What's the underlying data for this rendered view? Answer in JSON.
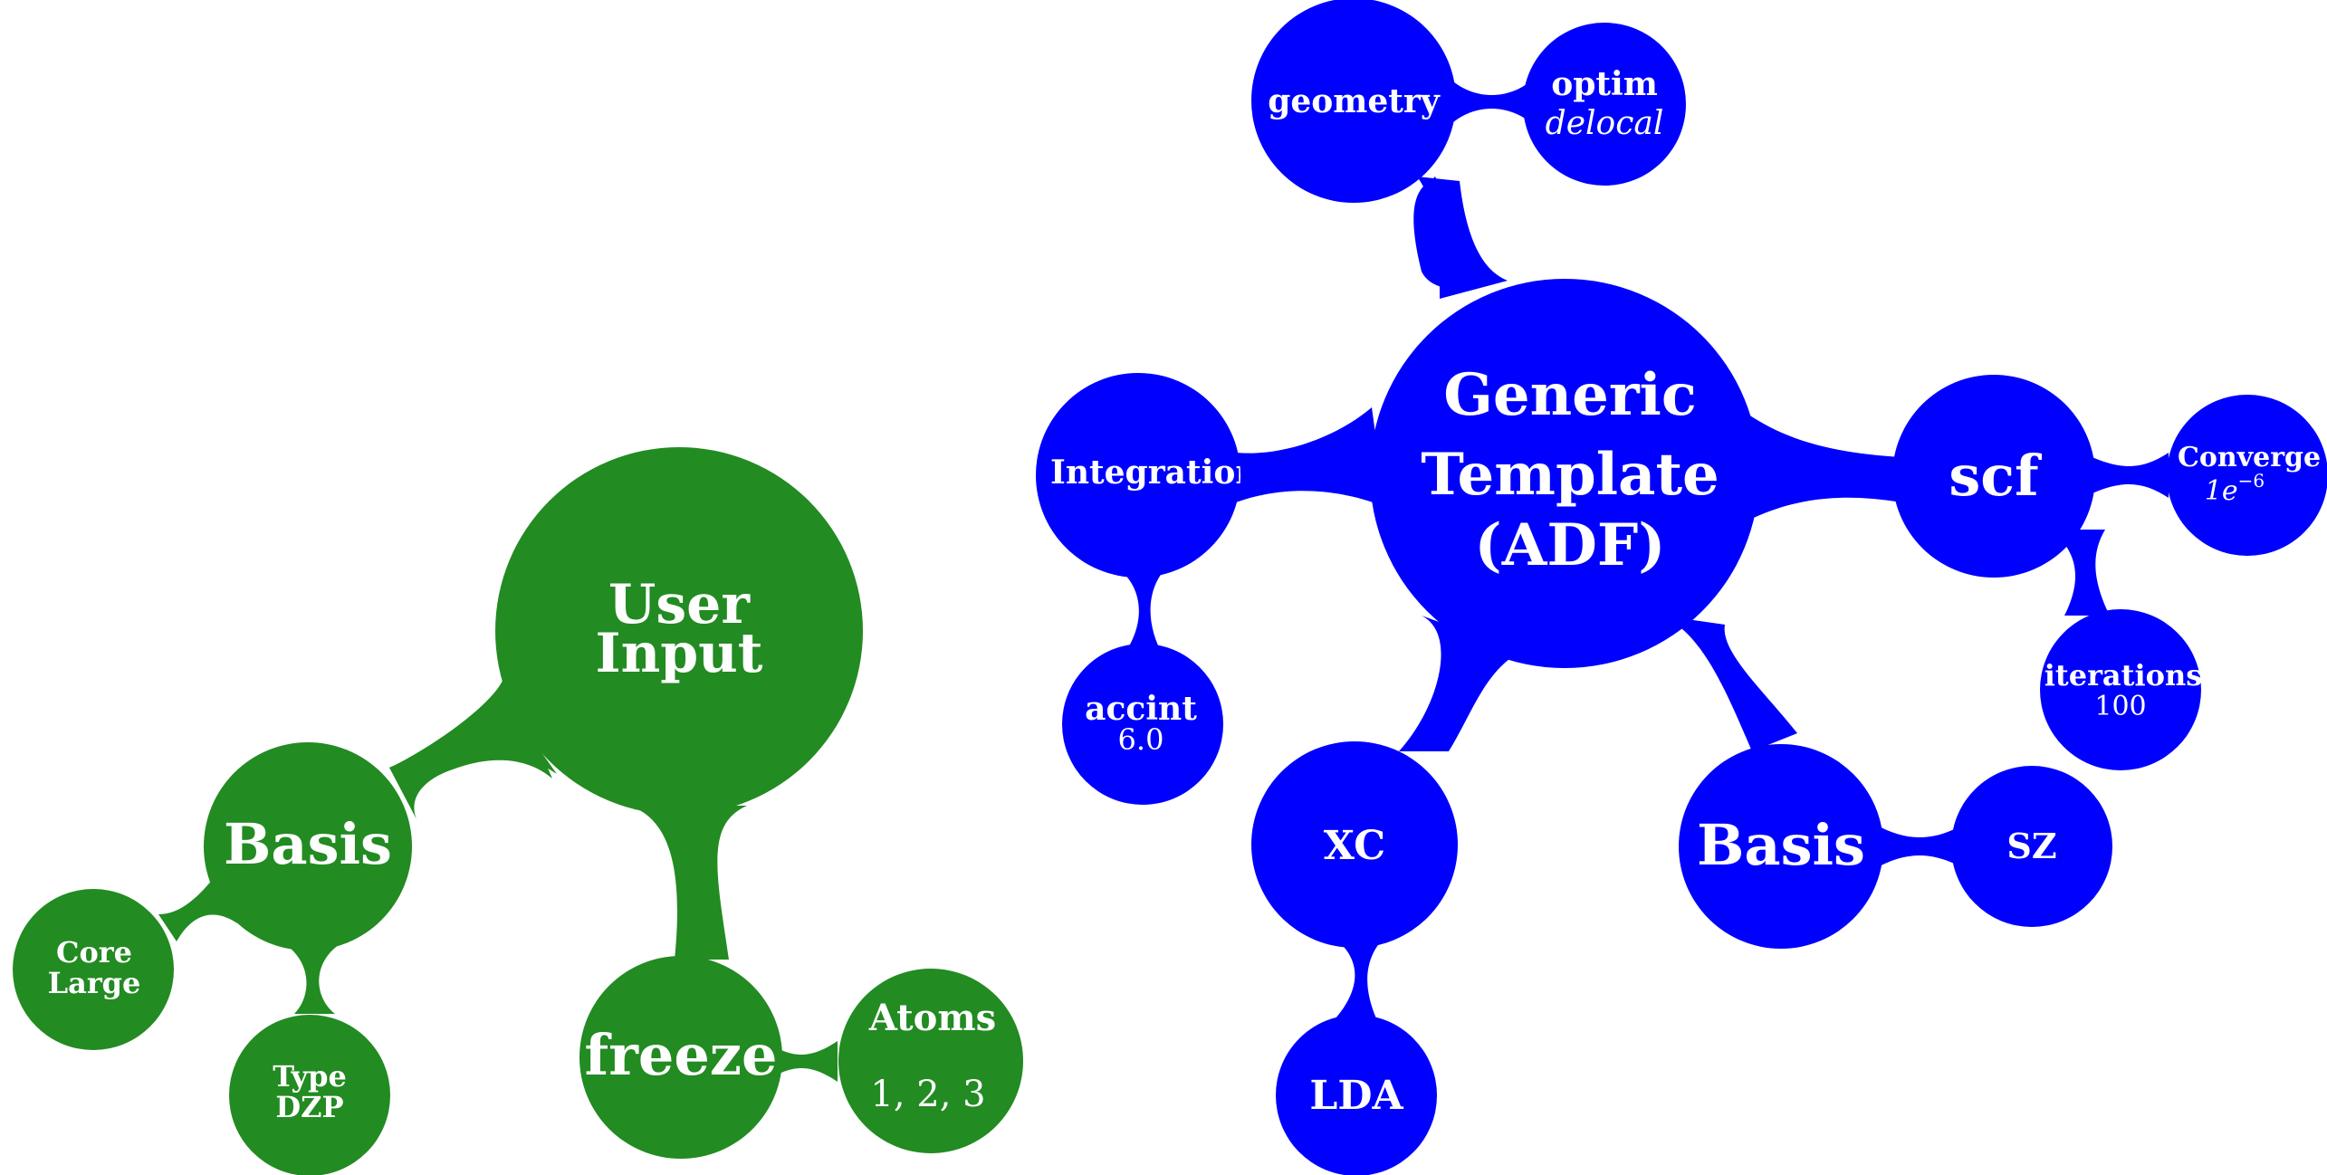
{
  "colors": {
    "green": "#228b22",
    "blue": "#0000ff",
    "text": "#ffffff",
    "background": "#ffffff"
  },
  "green_map": {
    "root": {
      "line1": "User",
      "line2": "Input"
    },
    "basis": {
      "label": "Basis"
    },
    "core": {
      "line1": "Core",
      "line2": "Large"
    },
    "type": {
      "line1": "Type",
      "line2": "DZP"
    },
    "freeze": {
      "label": "freeze"
    },
    "atoms": {
      "label": "Atoms",
      "value": "1, 2, 3"
    }
  },
  "blue_map": {
    "root": {
      "line1": "Generic",
      "line2": "Template",
      "line3": "(ADF)"
    },
    "geometry": {
      "label": "geometry"
    },
    "optim": {
      "label": "optim",
      "value": "delocal"
    },
    "integration": {
      "label": "Integration"
    },
    "accint": {
      "label": "accint",
      "value": "6.0"
    },
    "scf": {
      "label": "scf"
    },
    "converge": {
      "label": "Converge",
      "value_base": "1e",
      "value_exp": "−6"
    },
    "iterations": {
      "label": "iterations",
      "value": "100"
    },
    "xc": {
      "label": "XC"
    },
    "lda": {
      "label": "LDA"
    },
    "basis": {
      "label": "Basis"
    },
    "sz": {
      "label": "SZ"
    }
  }
}
